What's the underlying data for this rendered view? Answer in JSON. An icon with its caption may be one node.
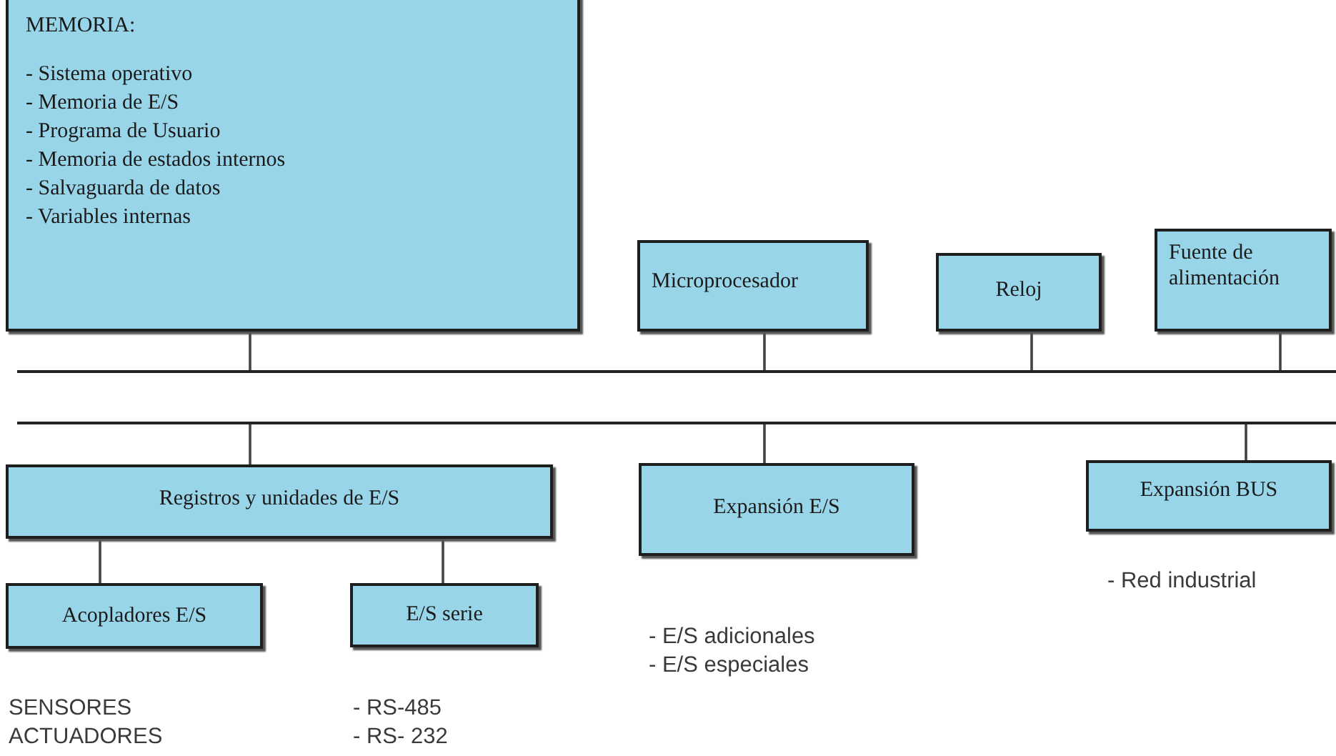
{
  "diagram": {
    "nodes": [
      {
        "text": [
          "MEMORIA:",
          "- Sistema operativo",
          "- Memoria de E/S",
          "- Programa de Usuario",
          "- Memoria de estados internos",
          "- Salvaguarda de datos",
          "- Variables internas"
        ]
      },
      {
        "text": [
          "Microprocesador"
        ]
      },
      {
        "text": [
          "Reloj"
        ]
      },
      {
        "text": [
          "Fuente de alimentación"
        ]
      },
      {
        "text": [],
        "shape": "bar"
      },
      {
        "text": [
          "Registros y unidades de E/S"
        ]
      },
      {
        "text": [
          "Expansión E/S"
        ],
        "beside": [
          "- E/S adicionales",
          "- E/S especiales"
        ]
      },
      {
        "text": [
          "Expansión BUS"
        ],
        "beside": [
          "- Red industrial"
        ]
      },
      {
        "text": [
          "Acopladores E/S"
        ],
        "beside": [
          "SENSORES",
          "ACTUADORES"
        ]
      },
      {
        "text": [
          "E/S serie"
        ],
        "beside": [
          "- RS-485",
          "- RS- 232"
        ]
      }
    ],
    "edges": [
      {
        "from": 0,
        "to": 4,
        "arrow": "none"
      },
      {
        "from": 1,
        "to": 4,
        "arrow": "none"
      },
      {
        "from": 2,
        "to": 4,
        "arrow": "none"
      },
      {
        "from": 3,
        "to": 4,
        "arrow": "none"
      },
      {
        "from": 4,
        "to": 5,
        "arrow": "none"
      },
      {
        "from": 4,
        "to": 6,
        "arrow": "none"
      },
      {
        "from": 4,
        "to": 7,
        "arrow": "none"
      },
      {
        "from": 5,
        "to": 8,
        "arrow": "none"
      },
      {
        "from": 5,
        "to": 9,
        "arrow": "none"
      }
    ]
  }
}
